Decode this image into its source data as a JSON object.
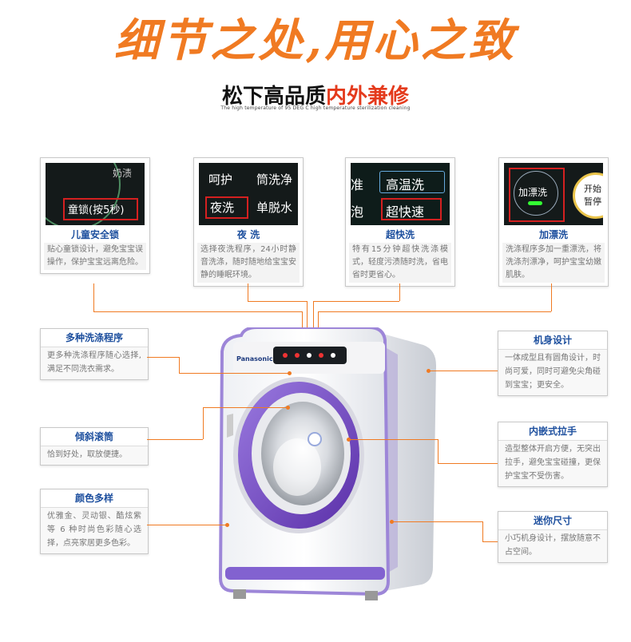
{
  "header": {
    "headline": "细节之处,用心之致",
    "subtitle_main": "松下高品质",
    "subtitle_highlight": "内外兼修",
    "tagline": "The high temperature of 95 DEG C high temperature sterilization cleaning"
  },
  "top_cards": [
    {
      "thumb_texts": [
        "奶渍",
        "童锁(按5秒)"
      ],
      "title": "儿童安全锁",
      "desc": "贴心童锁设计，避免宝宝误操作，保护宝宝远离危险。"
    },
    {
      "thumb_texts": [
        "呵护",
        "筒洗净",
        "夜洗",
        "单脱水"
      ],
      "title": "夜  洗",
      "desc": "选择夜洗程序，24小时静音洗涤，随时随地给宝宝安静的睡眠环境。"
    },
    {
      "thumb_texts": [
        "准",
        "高温洗",
        "泡",
        "超快速"
      ],
      "title": "超快洗",
      "desc": "特有15分钟超快洗涤模式，轻度污渍随时洗，省电省时更省心。"
    },
    {
      "thumb_texts": [
        "加漂洗",
        "开始",
        "暂停"
      ],
      "title": "加漂洗",
      "desc": "洗涤程序多加一重漂洗，将洗涤剂漂净，呵护宝宝幼嫩肌肤。"
    }
  ],
  "left_labels": [
    {
      "title": "多种洗涤程序",
      "desc": "更多种洗涤程序随心选择,满足不同洗衣需求。"
    },
    {
      "title": "倾斜滚筒",
      "desc": "恰到好处，取放便捷。"
    },
    {
      "title": "颜色多样",
      "desc": "优雅金、灵动银、酷炫紫等 6 种时尚色彩随心选择，点亮家居更多色彩。"
    }
  ],
  "right_labels": [
    {
      "title": "机身设计",
      "desc": "一体成型且有圆角设计，时尚可爱，同时可避免尖角碰到宝宝；更安全。"
    },
    {
      "title": "内嵌式拉手",
      "desc": "造型整体开启方便，无突出拉手，避免宝宝碰撞，更保护宝宝不受伤害。"
    },
    {
      "title": "迷你尺寸",
      "desc": "小巧机身设计，摆放随意不占空间。"
    }
  ],
  "machine": {
    "brand": "Panasonic"
  },
  "colors": {
    "accent": "#f07a22",
    "title_blue": "#1d4f9e",
    "highlight_red": "#e43a1c",
    "purple_ring": "#7e4fc9"
  }
}
